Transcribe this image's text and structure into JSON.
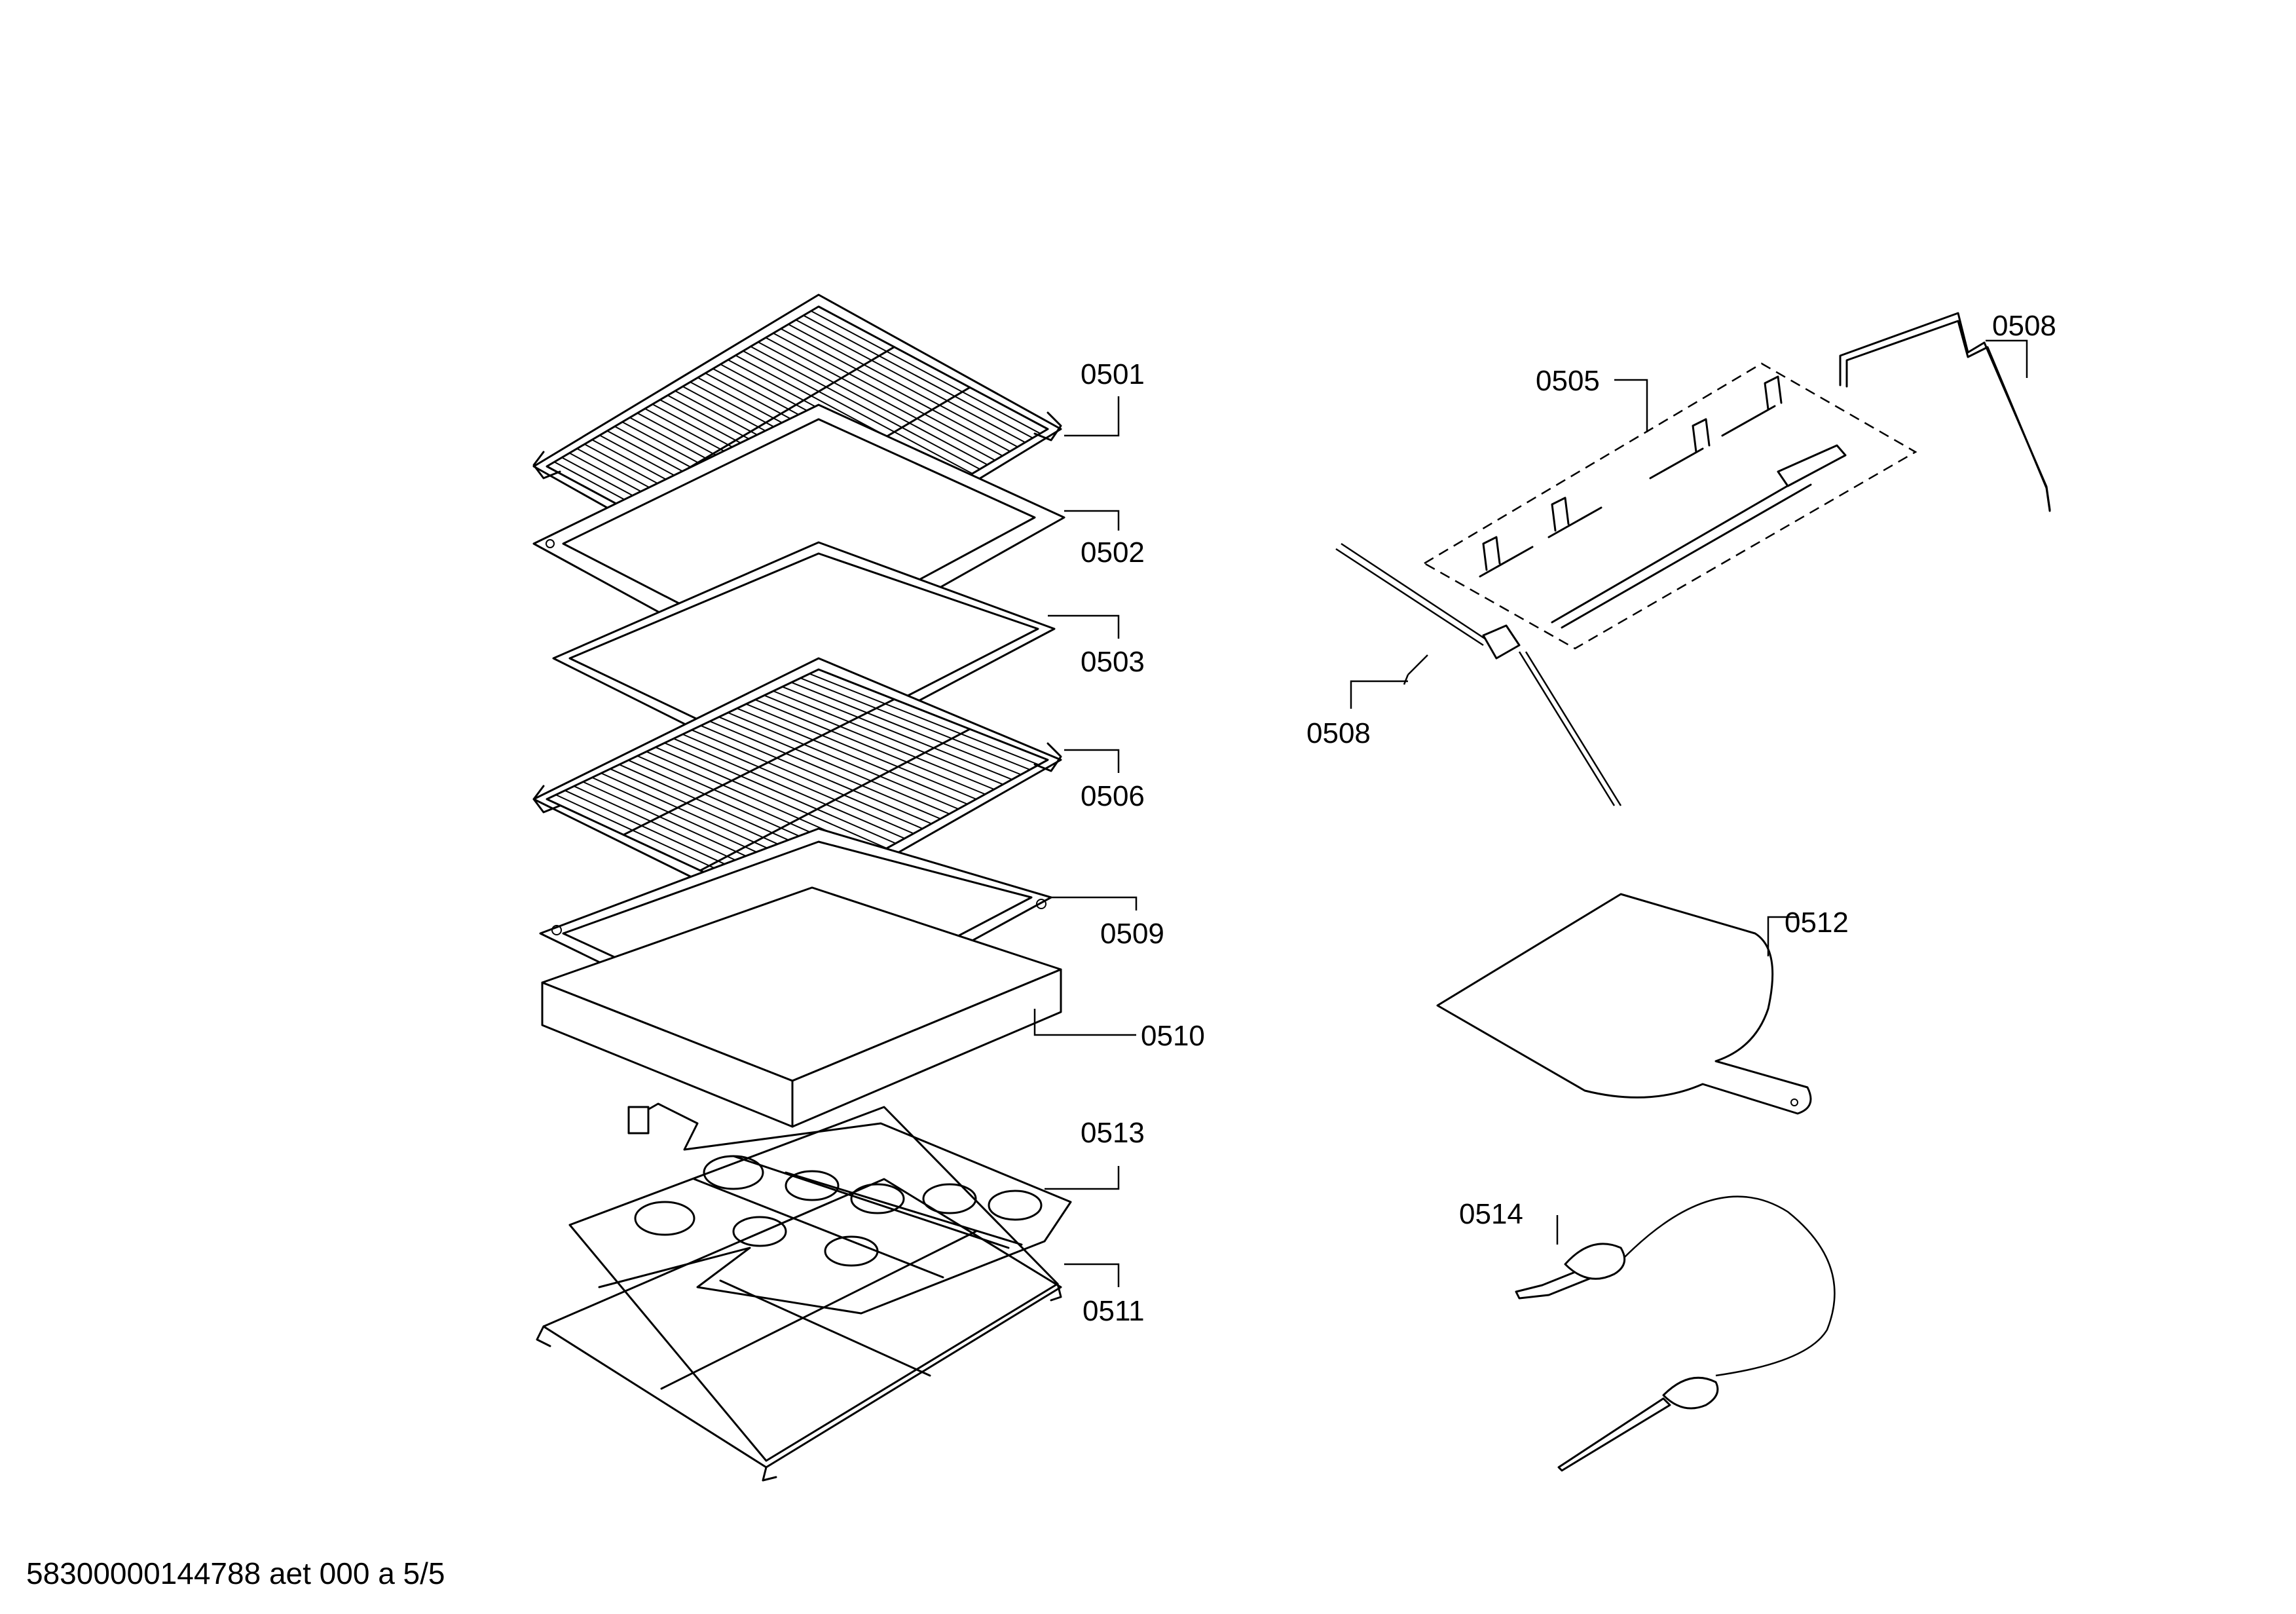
{
  "labels": {
    "p0501": "0501",
    "p0502": "0502",
    "p0503": "0503",
    "p0506": "0506",
    "p0509": "0509",
    "p0510": "0510",
    "p0513": "0513",
    "p0511": "0511",
    "p0505": "0505",
    "p0508a": "0508",
    "p0508b": "0508",
    "p0512": "0512",
    "p0514": "0514"
  },
  "footer": {
    "document_code": "58300000144788 aet 000 a 5/5"
  }
}
